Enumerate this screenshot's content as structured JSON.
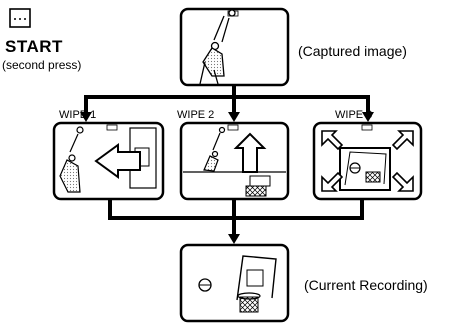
{
  "start": {
    "label": "START",
    "sublabel": "(second press)",
    "button_icon": "start-button-icon"
  },
  "captured_image": {
    "caption": "(Captured image)"
  },
  "wipes": [
    {
      "label": "WIPE 1"
    },
    {
      "label": "WIPE 2"
    },
    {
      "label": "WIPE 3"
    }
  ],
  "current_recording": {
    "caption": "(Current Recording)"
  }
}
